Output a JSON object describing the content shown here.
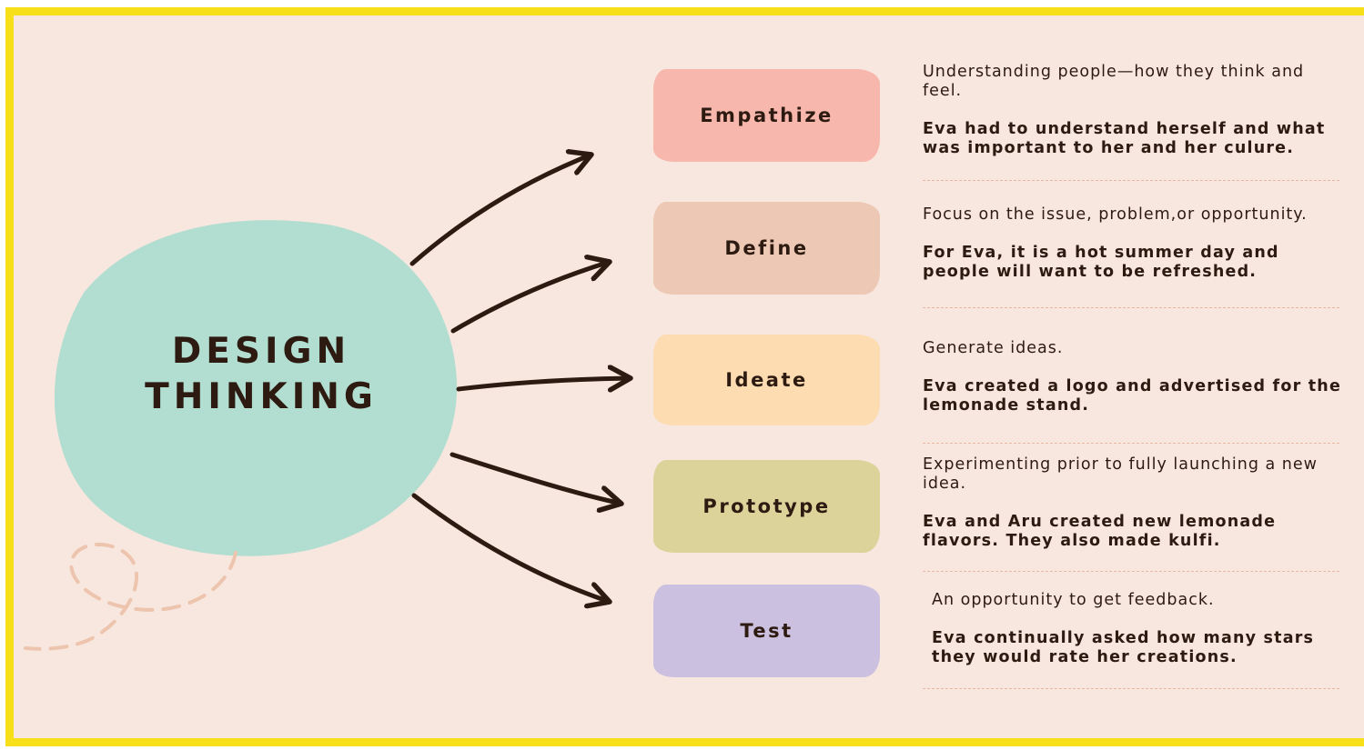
{
  "center": {
    "line1": "DESIGN",
    "line2": "THINKING",
    "color": "#b2ddd1"
  },
  "stages": [
    {
      "name": "Empathize",
      "color": "#f8b7ad",
      "definition": "Understanding people—how they think and feel.",
      "example": "Eva had to understand herself and what was important to her and her culure."
    },
    {
      "name": "Define",
      "color": "#edc8b4",
      "definition": "Focus on the issue, problem,or opportunity.",
      "example": "For Eva, it is a hot summer day and people will want to be refreshed."
    },
    {
      "name": "Ideate",
      "color": "#fcdcb0",
      "definition": "Generate ideas.",
      "example": "Eva created a logo and advertised for the lemonade stand."
    },
    {
      "name": "Prototype",
      "color": "#dcd39b",
      "definition": "Experimenting prior to fully launching a new idea.",
      "example": "Eva and Aru created new lemonade flavors. They also made kulfi."
    },
    {
      "name": "Test",
      "color": "#cbc0e0",
      "definition": "An opportunity to get feedback.",
      "example": "Eva continually asked how many stars they would rate her creations."
    }
  ],
  "colors": {
    "border": "#f7e01a",
    "background": "#f8e7df",
    "ink": "#2d1b12",
    "dashes": "#edc4ad"
  }
}
